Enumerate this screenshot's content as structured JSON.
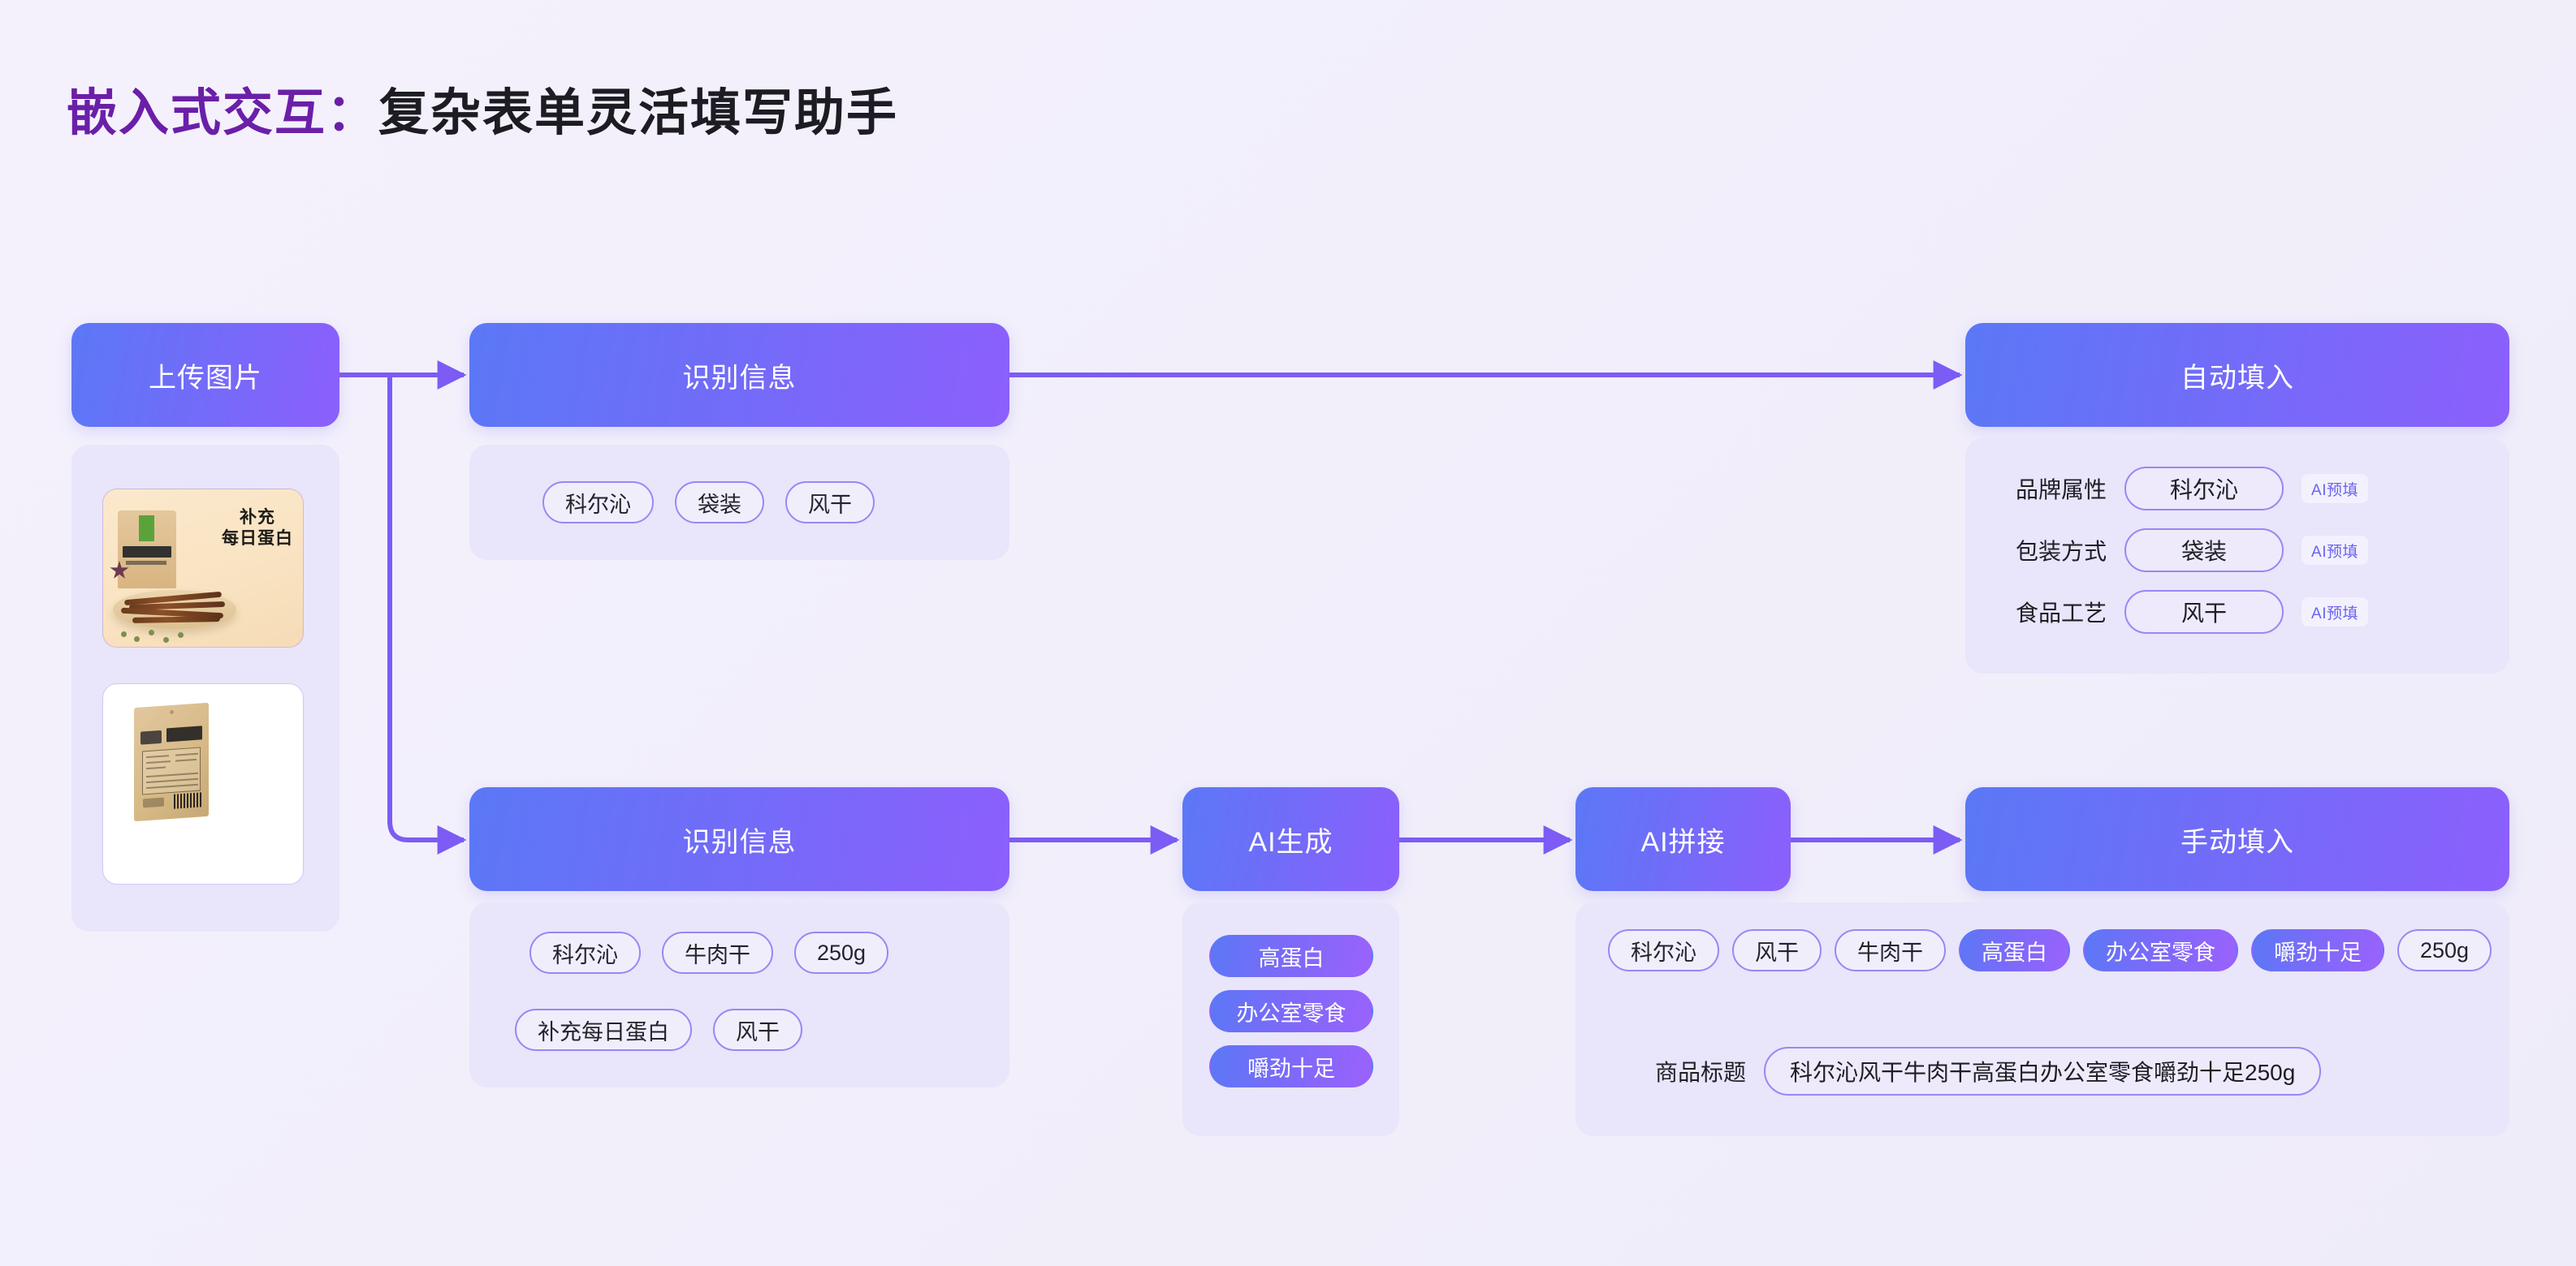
{
  "page": {
    "title_highlight": "嵌入式交互：",
    "title_rest": "复杂表单灵活填写助手",
    "accent_purple": "#6b1fa8",
    "gradient_start": "#5b78f6",
    "gradient_end": "#8c5ffc",
    "background": "#f3f0fb",
    "panel_bg": "#e9e5fa",
    "chip_border": "#9a86f5",
    "connector_color": "#7c5cf5"
  },
  "flow": {
    "upload": {
      "title": "上传图片",
      "images": [
        {
          "name": "风干牛肉干产品主图",
          "overlay_line1": "补充",
          "overlay_line2": "每日蛋白"
        },
        {
          "name": "牛皮纸袋装背面图",
          "overlay_line1": "",
          "overlay_line2": ""
        }
      ]
    },
    "recognize_top": {
      "title": "识别信息",
      "tags": [
        "科尔沁",
        "袋装",
        "风干"
      ]
    },
    "auto_fill": {
      "title": "自动填入",
      "fields": [
        {
          "label": "品牌属性",
          "value": "科尔沁",
          "badge": "AI预填"
        },
        {
          "label": "包装方式",
          "value": "袋装",
          "badge": "AI预填"
        },
        {
          "label": "食品工艺",
          "value": "风干",
          "badge": "AI预填"
        }
      ]
    },
    "recognize_bottom": {
      "title": "识别信息",
      "tags_row1": [
        "科尔沁",
        "牛肉干",
        "250g"
      ],
      "tags_row2": [
        "补充每日蛋白",
        "风干"
      ]
    },
    "ai_generate": {
      "title": "AI生成",
      "tags": [
        "高蛋白",
        "办公室零食",
        "嚼劲十足"
      ]
    },
    "ai_concat": {
      "title": "AI拼接"
    },
    "manual_fill": {
      "title": "手动填入",
      "tags": [
        {
          "text": "科尔沁",
          "style": "outline"
        },
        {
          "text": "风干",
          "style": "outline"
        },
        {
          "text": "牛肉干",
          "style": "outline"
        },
        {
          "text": "高蛋白",
          "style": "filled"
        },
        {
          "text": "办公室零食",
          "style": "filled"
        },
        {
          "text": "嚼劲十足",
          "style": "filled"
        },
        {
          "text": "250g",
          "style": "outline"
        }
      ],
      "result_label": "商品标题",
      "result_value": "科尔沁风干牛肉干高蛋白办公室零食嚼劲十足250g"
    }
  }
}
